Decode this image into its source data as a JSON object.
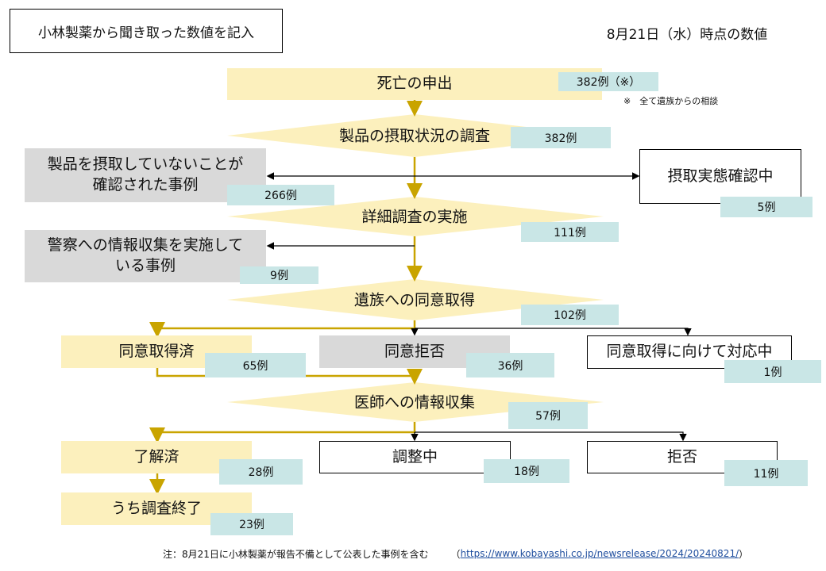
{
  "header": {
    "note_box": "小林製薬から聞き取った数値を記入",
    "as_of": "8月21日（水）時点の数値"
  },
  "nodes": {
    "death_reports": {
      "label": "死亡の申出",
      "count": "382例（※）",
      "footnote": "※　全て遺族からの相談"
    },
    "intake_survey": {
      "label": "製品の摂取状況の調査",
      "count": "382例"
    },
    "not_taken": {
      "line1": "製品を摂取していないことが",
      "line2": "確認された事例",
      "count": "266例"
    },
    "intake_checking": {
      "label": "摂取実態確認中",
      "count": "5例"
    },
    "detailed_survey": {
      "label": "詳細調査の実施",
      "count": "111例"
    },
    "police": {
      "line1": "警察への情報収集を実施して",
      "line2": "いる事例",
      "count": "9例"
    },
    "family_consent": {
      "label": "遺族への同意取得",
      "count": "102例"
    },
    "consent_obtained": {
      "label": "同意取得済",
      "count": "65例"
    },
    "consent_refused": {
      "label": "同意拒否",
      "count": "36例"
    },
    "consent_pending": {
      "label": "同意取得に向けて対応中",
      "count": "1例"
    },
    "doctor_info": {
      "label": "医師への情報収集",
      "count": "57例"
    },
    "agreed": {
      "label": "了解済",
      "count": "28例"
    },
    "adjusting": {
      "label": "調整中",
      "count": "18例"
    },
    "refused": {
      "label": "拒否",
      "count": "11例"
    },
    "survey_done": {
      "label": "うち調査終了",
      "count": "23例"
    }
  },
  "footer": {
    "note": "注：8月21日に小林製薬が報告不備として公表した事例を含む",
    "paren_open": "（",
    "link": "https://www.kobayashi.co.jp/newsrelease/2024/20240821/",
    "paren_close": "）"
  },
  "colors": {
    "yellow": "#fcf0bd",
    "teal": "#c9e6e6",
    "gray": "#d9d9d9",
    "gold": "#c9a400"
  }
}
